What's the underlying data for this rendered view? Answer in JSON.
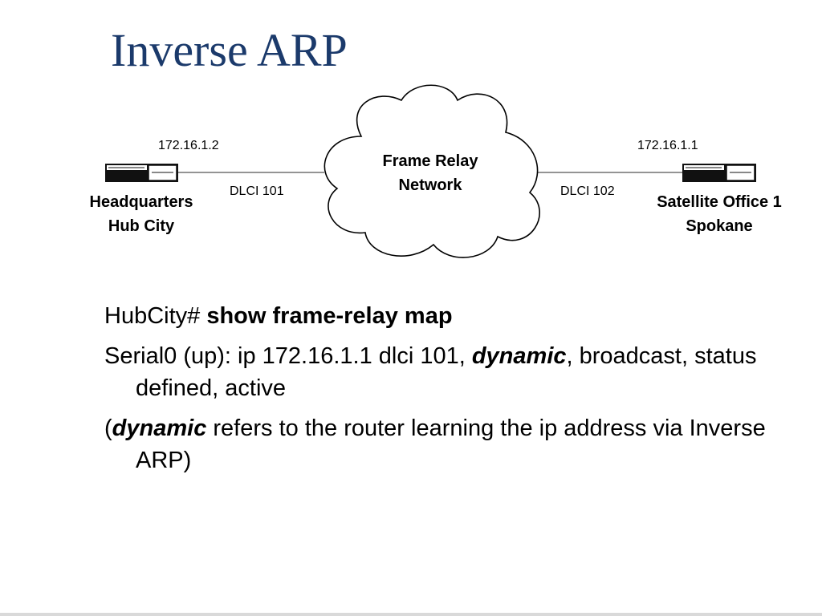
{
  "slide": {
    "title": "Inverse ARP"
  },
  "diagram": {
    "cloud_line1": "Frame Relay",
    "cloud_line2": "Network",
    "left_site": {
      "line1": "Headquarters",
      "line2": "Hub City",
      "ip": "172.16.1.2",
      "dlci": "DLCI 101"
    },
    "right_site": {
      "line1": "Satellite Office 1",
      "line2": "Spokane",
      "ip": "172.16.1.1",
      "dlci": "DLCI 102"
    }
  },
  "body": {
    "line1_prompt": "HubCity# ",
    "line1_command": "show frame-relay map",
    "line2_before": "Serial0 (up): ip 172.16.1.1 dlci 101, ",
    "line2_em": "dynamic",
    "line2_after": ", broadcast, status defined, active",
    "line3_open": "(",
    "line3_em": "dynamic",
    "line3_after": " refers to the router learning the ip address via Inverse ARP)"
  }
}
